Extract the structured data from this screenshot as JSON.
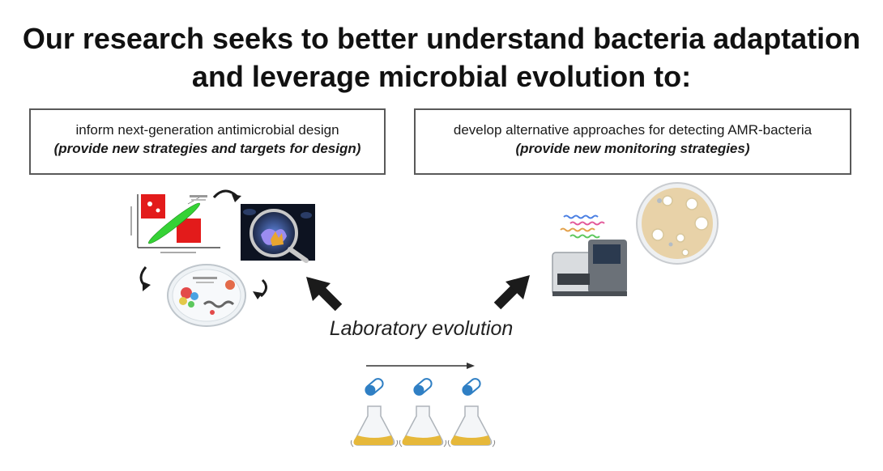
{
  "title": {
    "line1": "Our research seeks to better understand bacteria adaptation",
    "line2": "and leverage microbial evolution to:"
  },
  "boxes": [
    {
      "main": "inform next-generation antimicrobial design",
      "sub": "(provide new strategies and targets for design)"
    },
    {
      "main": "develop alternative approaches for detecting AMR-bacteria",
      "sub": "(provide new monitoring strategies)"
    }
  ],
  "center_label": "Laboratory evolution",
  "icons": {
    "plot": "fitness-tradeoff-plot-icon",
    "magnifier": "magnifying-glass-icon",
    "petri_genomics": "genomic-mutations-petri-icon",
    "sequencer": "sequencer-machine-icon",
    "agar_plate": "agar-plate-icon",
    "pill": "antibiotic-pill-icon",
    "flask": "culture-flask-icon"
  },
  "colors": {
    "arrow": "#1b1b1b",
    "box_border": "#595959",
    "plot_red": "#e31b1b",
    "plot_green": "#35d235",
    "culture_yellow": "#e6b83a",
    "pill_blue": "#2f7fc4",
    "plate_beige": "#e8d2a8"
  }
}
